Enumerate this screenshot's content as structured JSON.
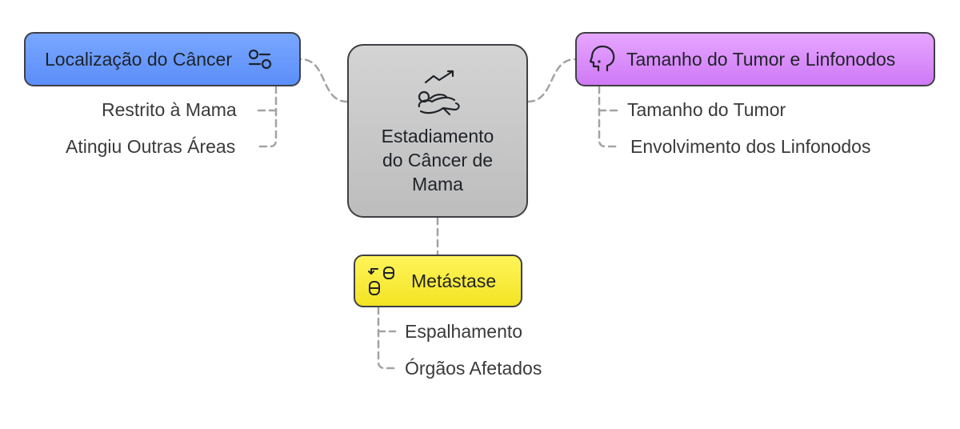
{
  "diagram": {
    "center": {
      "lines": [
        "Estadiamento",
        "do Câncer de",
        "Mama"
      ],
      "icon": "baby-growth-chart-icon"
    },
    "branches": {
      "localizacao": {
        "title": "Localização do Câncer",
        "icon": "toggle-switch-icon",
        "color": "#6a9bfc",
        "children": [
          "Restrito à Mama",
          "Atingiu Outras Áreas"
        ]
      },
      "tamanho": {
        "title": "Tamanho do Tumor e Linfonodos",
        "icon": "human-head-icon",
        "color": "#dc8ff9",
        "children": [
          "Tamanho do Tumor",
          "Envolvimento dos Linfonodos"
        ]
      },
      "metastase": {
        "title": "Metástase",
        "icon": "database-transfer-icon",
        "color": "#f8ea35",
        "children": [
          "Espalhamento",
          "Órgãos Afetados"
        ]
      }
    },
    "connector_color": "#a3a3a3"
  }
}
